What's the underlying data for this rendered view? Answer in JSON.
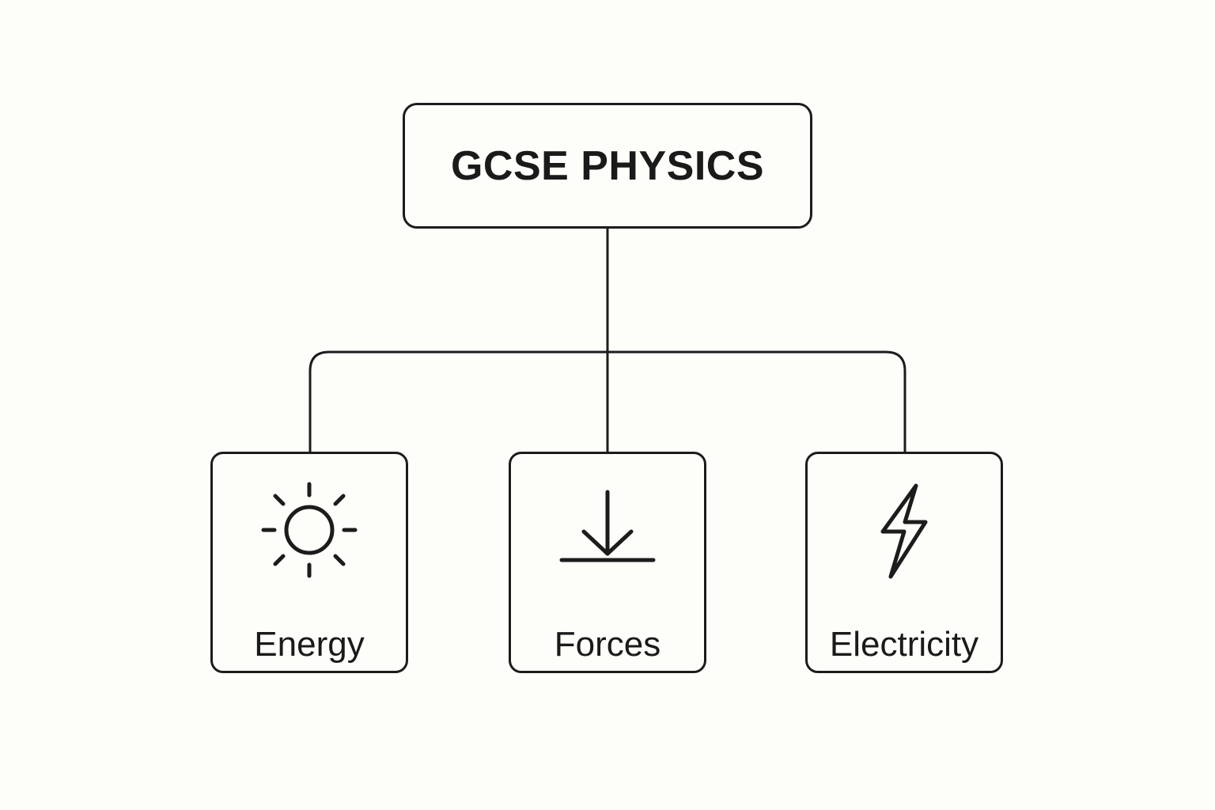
{
  "diagram": {
    "type": "hierarchy",
    "root": {
      "title": "GCSE PHYSICS"
    },
    "children": [
      {
        "label": "Energy",
        "icon": "sun-icon"
      },
      {
        "label": "Forces",
        "icon": "down-arrow-to-surface-icon"
      },
      {
        "label": "Electricity",
        "icon": "lightning-bolt-icon"
      }
    ],
    "colors": {
      "background": "#fdfdfa",
      "stroke": "#1c1c1c",
      "text": "#1a1a1a"
    }
  }
}
